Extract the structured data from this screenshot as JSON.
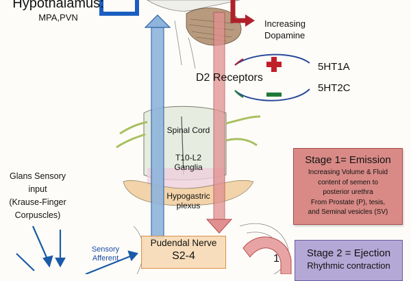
{
  "hypothalamus": {
    "title": "Hypothalamus:",
    "subtitle": "MPA,PVN"
  },
  "dopamine": {
    "line1": "Increasing",
    "line2": "Dopamine"
  },
  "receptors": {
    "d2": "D2 Receptors",
    "plus_target": "5HT1A",
    "minus_target": "5HT2C",
    "plus_sign": "+",
    "minus_sign": "–"
  },
  "spine": {
    "spinal_cord": "Spinal Cord",
    "ganglia_line1": "T10-L2",
    "ganglia_line2": "Ganglia",
    "plexus_line1": "Hypogastric",
    "plexus_line2": "plexus"
  },
  "glans": {
    "line1": "Glans Sensory",
    "line2": "input",
    "line3": "(Krause-Finger",
    "line4": "Corpuscles)"
  },
  "sensory_afferent": {
    "line1": "Sensory",
    "line2": "Afferent"
  },
  "pudendal": {
    "line1": "Pudendal Nerve",
    "line2": "S2-4"
  },
  "stage1": {
    "title": "Stage 1= Emission",
    "lines": [
      "Increasing Volume & Fluid",
      "content of semen to",
      "posterior urethra",
      "From Prostate (P), tesis,",
      "and Seminal vesicles (SV)"
    ]
  },
  "stage2": {
    "title": "Stage 2 = Ejection",
    "subtitle": "Rhythmic contraction"
  },
  "step_number": "1",
  "colors": {
    "blue_arrow": "#8fb4dc",
    "red_arrow": "#d98080",
    "dark_red": "#b0202a",
    "dark_blue": "#1a5aa8",
    "stage1_bg": "#d98a86",
    "stage2_bg": "#b4a8d6",
    "pudendal_bg": "#f6d9b4",
    "green": "#1f7a3a"
  }
}
